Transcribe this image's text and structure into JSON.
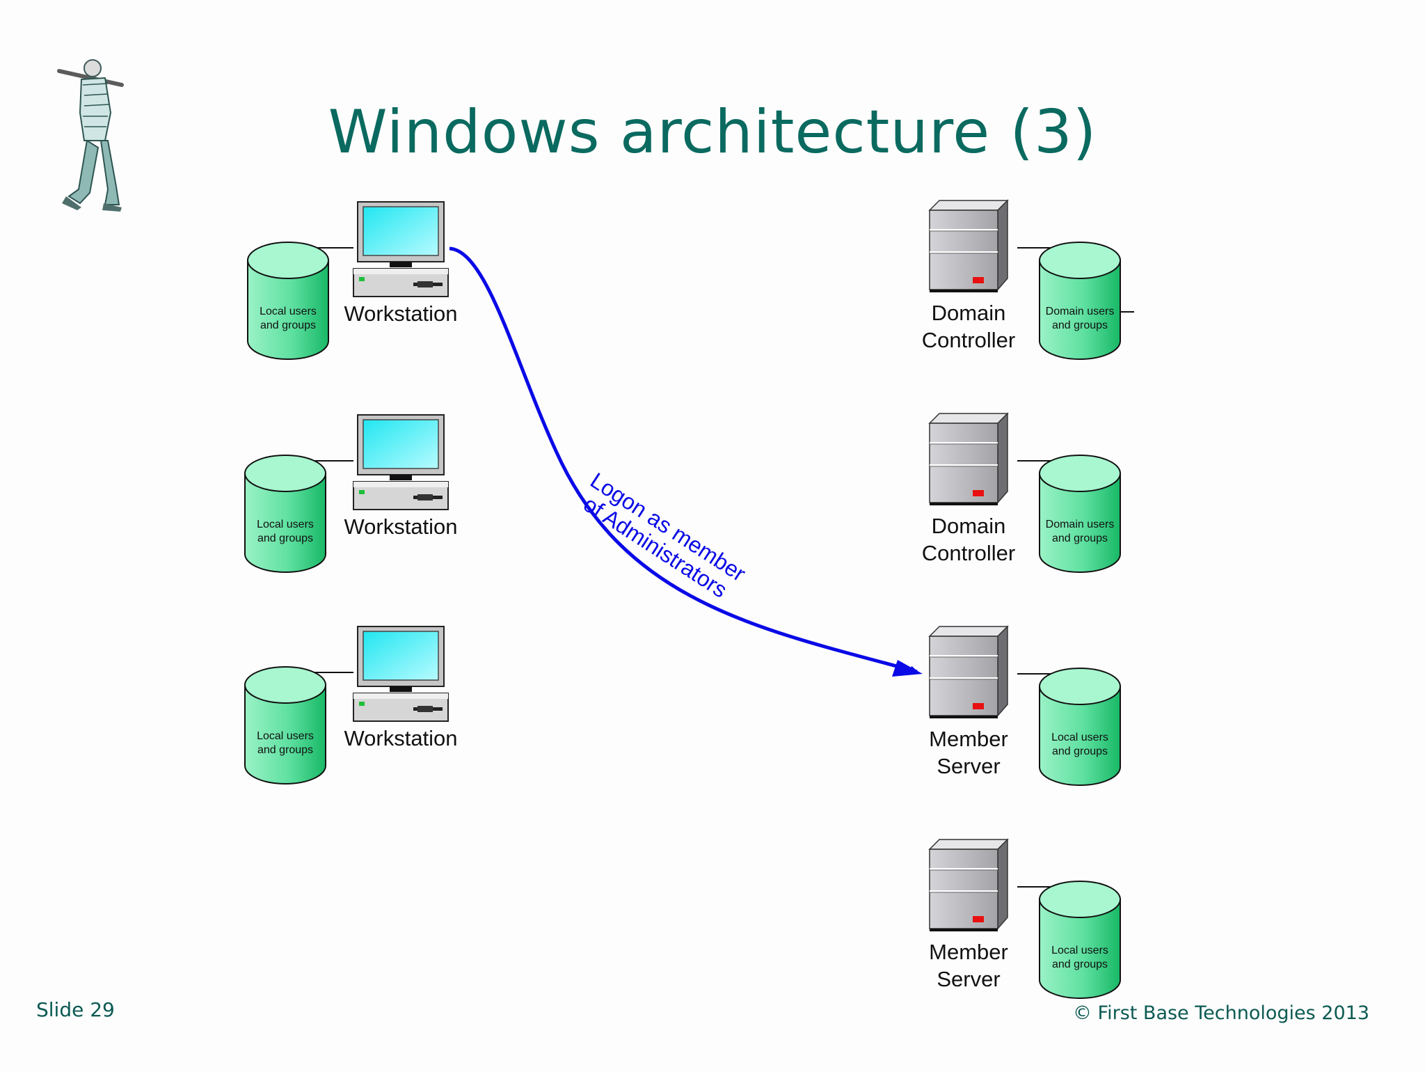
{
  "title": "Windows architecture (3)",
  "footer": {
    "slide_number": "Slide 29",
    "copyright": "© First Base Technologies 2013"
  },
  "workstations": [
    {
      "label": "Workstation",
      "store_line1": "Local users",
      "store_line2": "and groups"
    },
    {
      "label": "Workstation",
      "store_line1": "Local users",
      "store_line2": "and groups"
    },
    {
      "label": "Workstation",
      "store_line1": "Local users",
      "store_line2": "and groups"
    }
  ],
  "servers": [
    {
      "label_line1": "Domain",
      "label_line2": "Controller",
      "store_line1": "Domain users",
      "store_line2": "and groups"
    },
    {
      "label_line1": "Domain",
      "label_line2": "Controller",
      "store_line1": "Domain users",
      "store_line2": "and groups"
    },
    {
      "label_line1": "Member",
      "label_line2": "Server",
      "store_line1": "Local users",
      "store_line2": "and groups"
    },
    {
      "label_line1": "Member",
      "label_line2": "Server",
      "store_line1": "Local users",
      "store_line2": "and groups"
    }
  ],
  "connection": {
    "label_line1": "Logon as member",
    "label_line2": "of Administrators",
    "color": "#0a0ae6"
  },
  "colors": {
    "title": "#0b6a60",
    "cylinder_fill": "#5ee0a0",
    "cylinder_top": "#a8f7d0",
    "monitor_screen": "#3ff0f5",
    "server_body": "#a9a9ad",
    "server_led": "#e81010"
  },
  "icons": {
    "logo": "baseball-batter-icon",
    "workstation": "desktop-computer-icon",
    "server": "tower-server-icon",
    "store": "database-cylinder-icon"
  }
}
